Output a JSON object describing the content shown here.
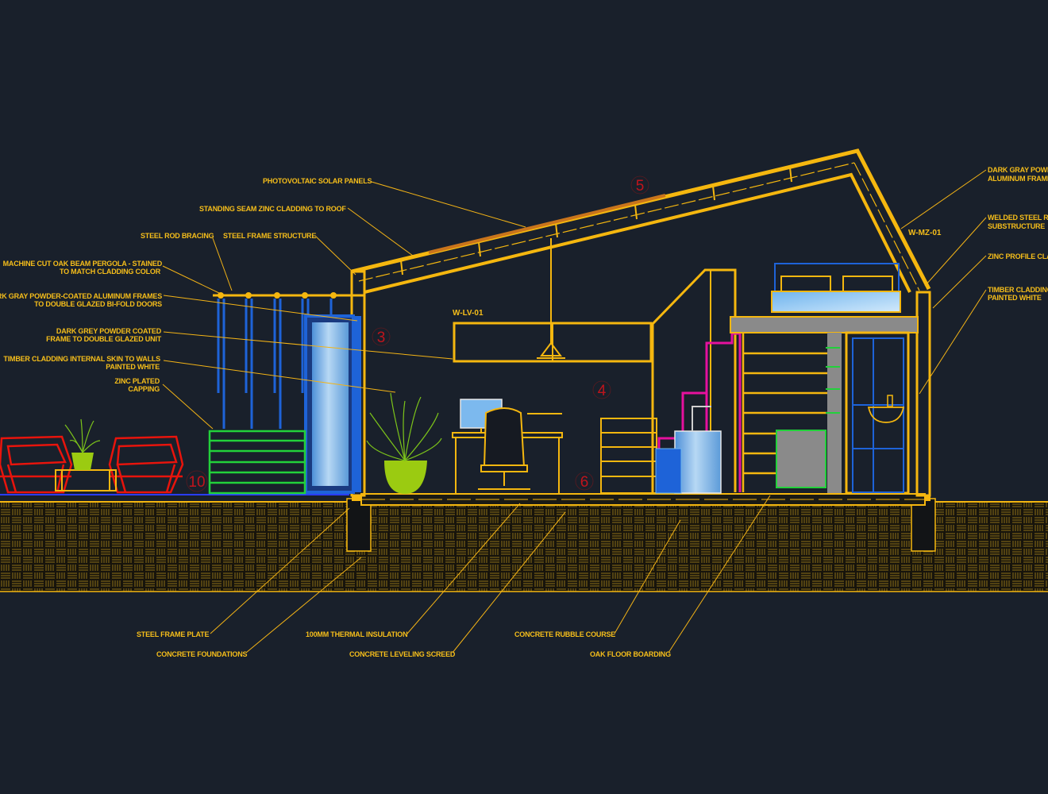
{
  "labels": {
    "pv_panels": "PHOTOVOLTAIC SOLAR PANELS",
    "zinc_roof": "STANDING SEAM ZINC CLADDING TO ROOF",
    "steel_rod": "STEEL ROD BRACING",
    "steel_frame": "STEEL FRAME STRUCTURE",
    "oak_pergola_1": "MACHINE CUT OAK BEAM PERGOLA - STAINED",
    "oak_pergola_2": "TO MATCH CLADDING COLOR",
    "alu_frames_1": "DARK GRAY POWDER-COATED ALUMINUM FRAMES",
    "alu_frames_2": "TO DOUBLE GLAZED BI-FOLD DOORS",
    "grey_frame_1": "DARK GREY POWDER COATED",
    "grey_frame_2": "FRAME TO DOUBLE GLAZED UNIT",
    "timber_internal_1": "TIMBER CLADDING INTERNAL SKIN TO WALLS",
    "timber_internal_2": "PAINTED WHITE",
    "zinc_capping_1": "ZINC PLATED",
    "zinc_capping_2": "CAPPING",
    "right_alu_1": "DARK GRAY POWDER-COATED",
    "right_alu_2": "ALUMINUM FRAMES",
    "welded_1": "WELDED STEEL ROD",
    "welded_2": "SUBSTRUCTURE",
    "zinc_profile": "ZINC PROFILE CLADDING",
    "timber_right_1": "TIMBER CLADDING",
    "timber_right_2": "PAINTED WHITE",
    "steel_plate": "STEEL FRAME PLATE",
    "foundations": "CONCRETE FOUNDATIONS",
    "insulation": "100MM THERMAL INSULATION",
    "screed": "CONCRETE LEVELING SCREED",
    "rubble": "CONCRETE RUBBLE COURSE",
    "oak_floor": "OAK FLOOR BOARDING"
  },
  "tags": {
    "window_lv": "W-LV-01",
    "window_mz": "W-MZ-01"
  },
  "numbers": {
    "n3": "3",
    "n4": "4",
    "n5": "5",
    "n6": "6",
    "n10": "10"
  },
  "colors": {
    "background": "#19202b",
    "structure": "#f5b70f",
    "glazing": "#1e6ad8",
    "stair": "#e6119e",
    "seating": "#e8140c",
    "planter": "#22d13b",
    "plant_pot": "#9bcb11",
    "label_text": "#f6be1a",
    "room_number": "#c0141c"
  }
}
